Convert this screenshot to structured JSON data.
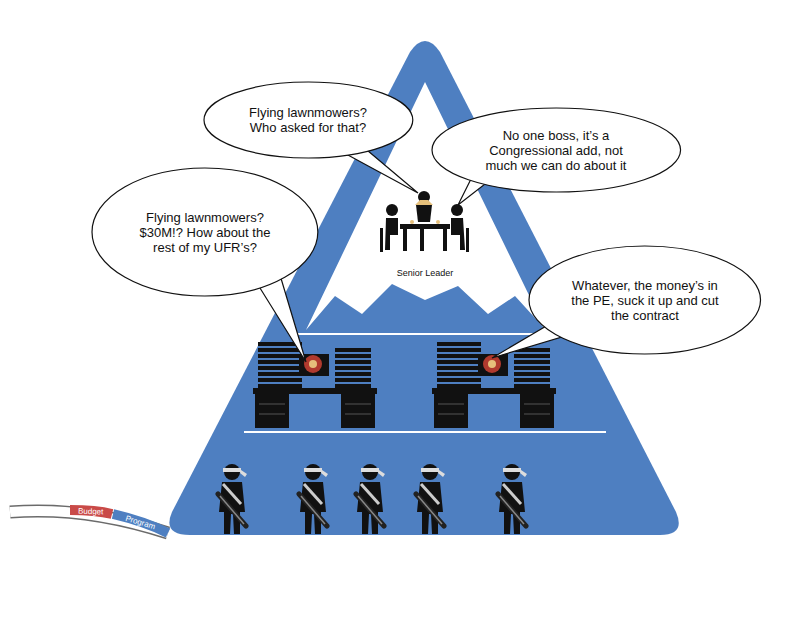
{
  "diagram": {
    "nodes": [
      {
        "text": [
          "Flying lawnmowers? Who asked for that?"
        ]
      },
      {
        "text": [
          "No one boss, it’s a Congressional add, not much we can do about it"
        ]
      },
      {
        "text": [
          "Flying lawnmowers? $30M!? How about the rest of my UFR’s?"
        ]
      },
      {
        "text": [
          "Whatever, the money’s in the PE, suck it up and cut the contract"
        ]
      }
    ],
    "labels": [
      "Senior Leader",
      "Budget",
      "Program"
    ]
  }
}
